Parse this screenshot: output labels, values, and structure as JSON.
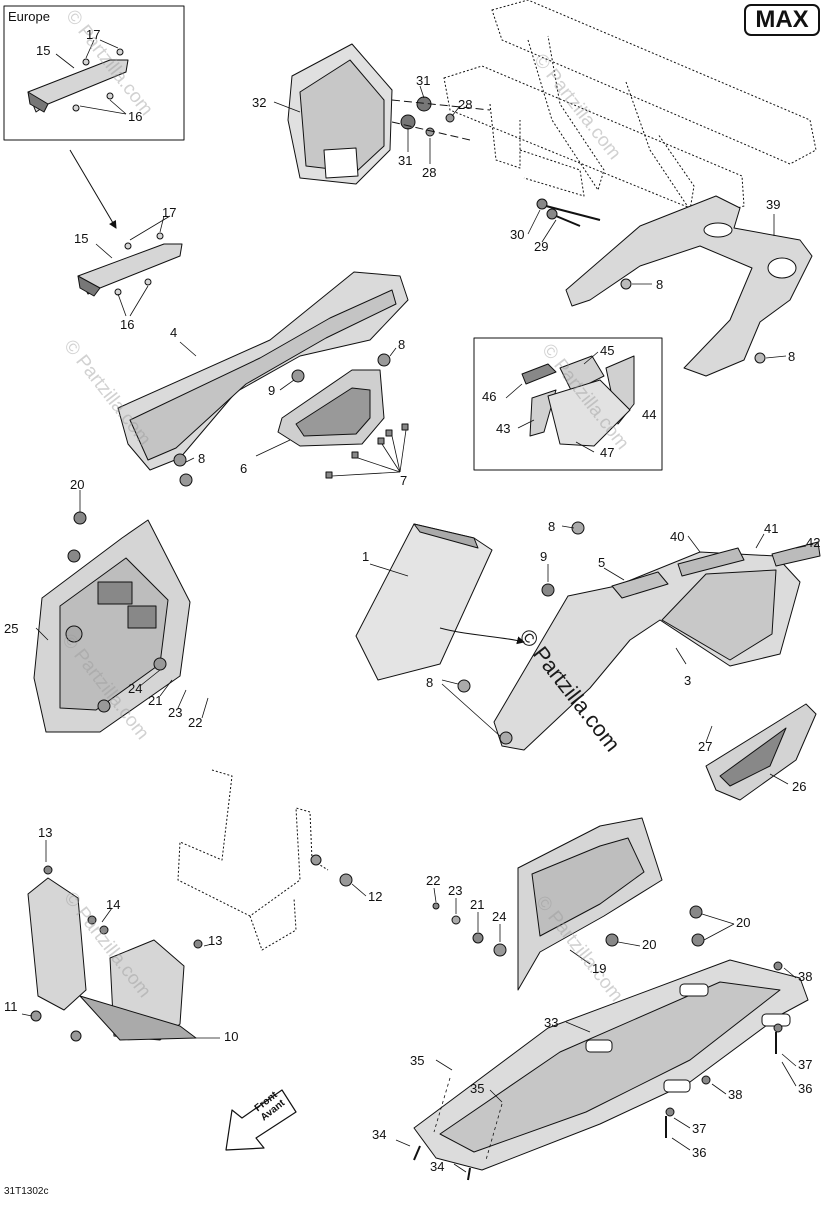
{
  "badge": "MAX",
  "inset_europe_title": "Europe",
  "inset_accessory_title": "",
  "diagram_code": "31T1302c",
  "watermark": "© Partzilla.com",
  "front_label": {
    "line1": "Front",
    "line2": "Avant"
  },
  "callouts": {
    "c15a": "15",
    "c17a": "17",
    "c16a": "16",
    "c15b": "15",
    "c17b": "17",
    "c16b": "16",
    "c32": "32",
    "c31a": "31",
    "c28a": "28",
    "c31b": "31",
    "c28b": "28",
    "c30": "30",
    "c29": "29",
    "c39": "39",
    "c8a": "8",
    "c4": "4",
    "c8b": "8",
    "c9a": "9",
    "c6": "6",
    "c7": "7",
    "c8c": "8",
    "c45": "45",
    "c46": "46",
    "c44": "44",
    "c43": "43",
    "c47": "47",
    "c8d": "8",
    "c20a": "20",
    "c25": "25",
    "c24a": "24",
    "c21a": "21",
    "c23a": "23",
    "c22a": "22",
    "c1": "1",
    "c8e": "8",
    "c9b": "9",
    "c5": "5",
    "c40": "40",
    "c41": "41",
    "c42": "42",
    "c3": "3",
    "c8f": "8",
    "c27": "27",
    "c26": "26",
    "c13a": "13",
    "c14": "14",
    "c13b": "13",
    "c12": "12",
    "c11": "11",
    "c10": "10",
    "c22b": "22",
    "c23b": "23",
    "c21b": "21",
    "c24b": "24",
    "c20b": "20",
    "c20c": "20",
    "c19": "19",
    "c38a": "38",
    "c33": "33",
    "c37a": "37",
    "c36a": "36",
    "c35a": "35",
    "c35b": "35",
    "c38b": "38",
    "c37b": "37",
    "c36b": "36",
    "c34a": "34",
    "c34b": "34"
  }
}
